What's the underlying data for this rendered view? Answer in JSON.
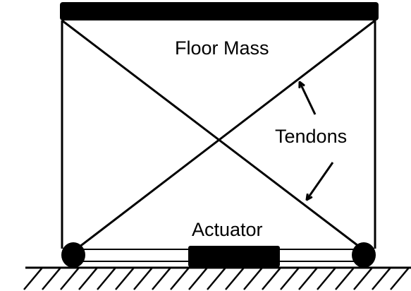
{
  "labels": {
    "floor_mass": "Floor Mass",
    "tendons": "Tendons",
    "actuator": "Actuator"
  },
  "colors": {
    "ink": "#000000",
    "background": "#ffffff"
  }
}
